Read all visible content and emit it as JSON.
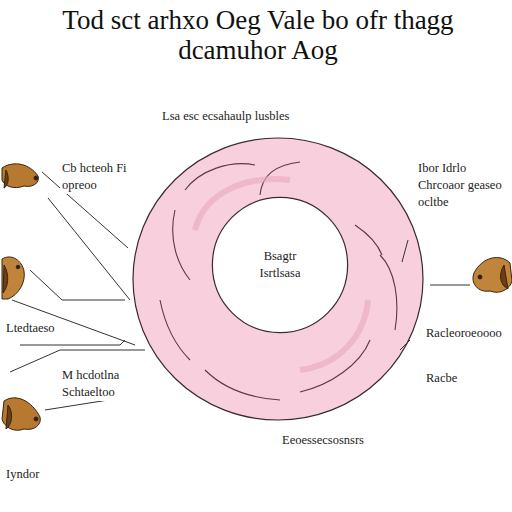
{
  "diagram": {
    "title": "Tod sct arhxo Oeg Vale bo ofr thagg dcamuhor Aog",
    "nodes": [
      {
        "text": [
          "Bsagtr Isrtlsasa"
        ]
      }
    ],
    "labels": [
      "Lsa esc ecsahaulp lusbles",
      "Cb hcteoh Fi opreoo",
      "Ltedtaeso",
      "M hcdotlna Schtaeltoo",
      "Iyndor",
      "Ibor Idrlo Chrcoaor geaseo ocltbe",
      "Racleoroeoooo",
      "Racbe",
      "Eeoessecsosnsrs"
    ]
  }
}
